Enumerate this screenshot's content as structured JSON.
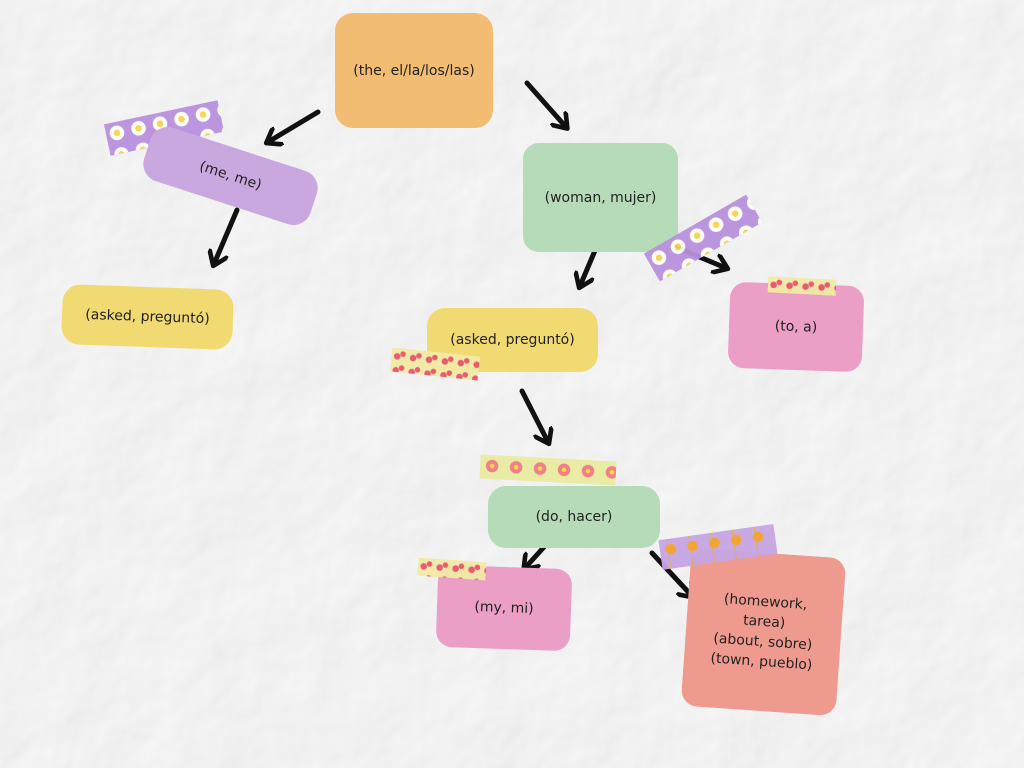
{
  "nodes": {
    "the": "(the, el/la/los/las)",
    "me": "(me, me)",
    "woman": "(woman, mujer)",
    "asked_left": "(asked, preguntó)",
    "asked_center": "(asked, preguntó)",
    "to": "(to, a)",
    "do": "(do, hacer)",
    "my": "(my, mi)",
    "homework": [
      "(homework,",
      "tarea)",
      "(about, sobre)",
      "(town, pueblo)"
    ]
  },
  "colors": {
    "orange": "#f2bd72",
    "purple": "#c9a8e0",
    "green": "#b5dbb8",
    "yellow": "#f2da72",
    "pink": "#eb9ec6",
    "salmon": "#ee9a8e",
    "arrow": "#111111"
  }
}
